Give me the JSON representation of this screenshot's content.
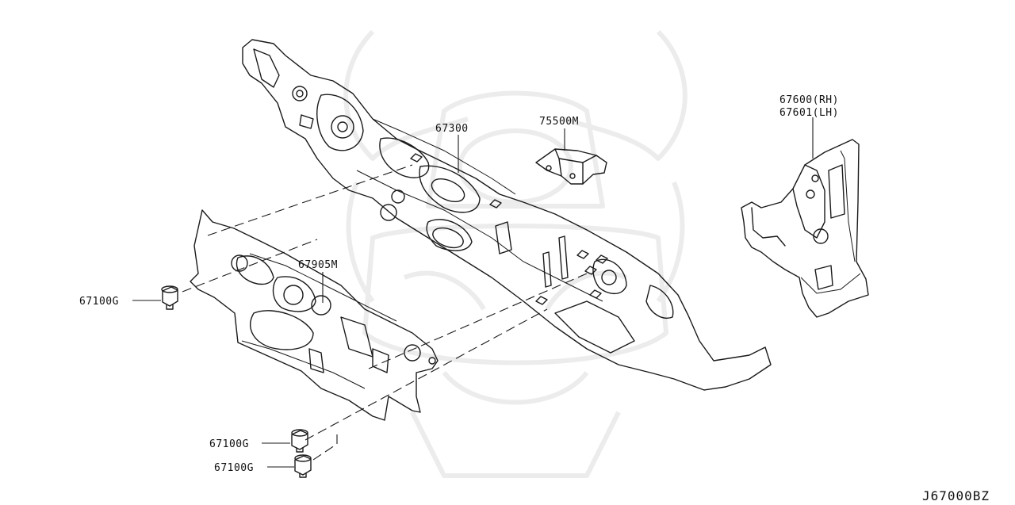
{
  "diagram": {
    "id": "J67000BZ",
    "callouts": {
      "dash_panel": "67300",
      "insulator_dash": "67905M",
      "bracket": "75500M",
      "side_panel_rh": "67600(RH)",
      "side_panel_lh": "67601(LH)",
      "clip_left": "67100G",
      "clip_bottom_1": "67100G",
      "clip_bottom_2": "67100G"
    }
  }
}
